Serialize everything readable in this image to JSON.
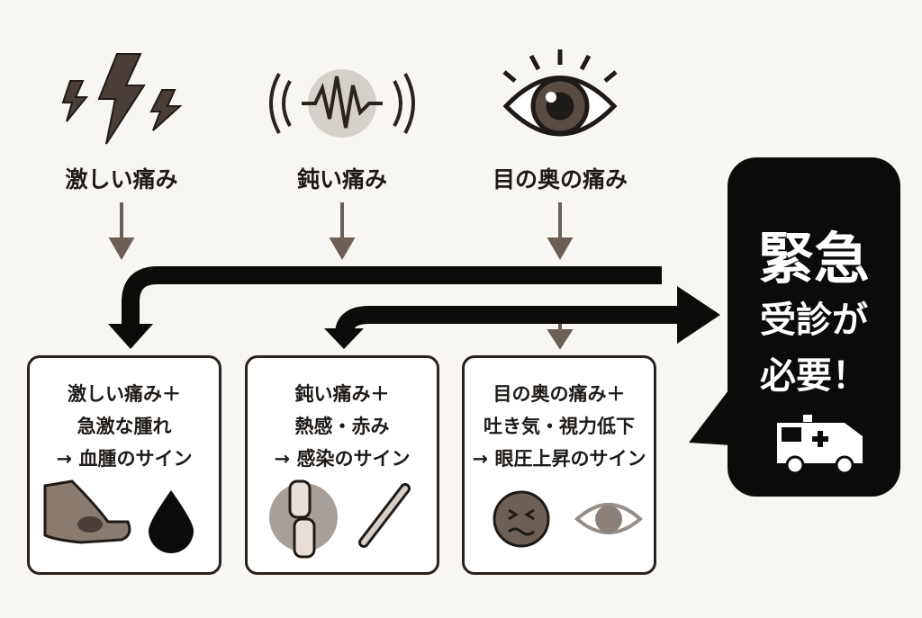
{
  "top_items": [
    {
      "label": "激しい痛み",
      "icon": "lightning-icon"
    },
    {
      "label": "鈍い痛み",
      "icon": "wave-icon"
    },
    {
      "label": "目の奥の痛み",
      "icon": "eye-icon"
    }
  ],
  "boxes": [
    {
      "line1": "激しい痛み＋",
      "line2": "急激な腫れ",
      "line3": "→ 血腫のサイン",
      "icons": [
        "swollen-arm-icon",
        "blood-drop-icon"
      ]
    },
    {
      "line1": "鈍い痛み＋",
      "line2": "熱感・赤み",
      "line3": "→ 感染のサイン",
      "icons": [
        "inflamed-joint-icon",
        "thermometer-icon"
      ]
    },
    {
      "line1": "目の奥の痛み＋",
      "line2": "吐き気・視力低下",
      "line3": "→ 眼圧上昇のサイン",
      "icons": [
        "nausea-face-icon",
        "blurred-eye-icon"
      ]
    }
  ],
  "bubble": {
    "line1": "緊急",
    "line2": "受診が",
    "line3": "必要！",
    "icon": "ambulance-icon"
  },
  "colors": {
    "dark": "#1e1a17",
    "arrow": "#6b5f56",
    "bubble": "#0d0b0a"
  }
}
